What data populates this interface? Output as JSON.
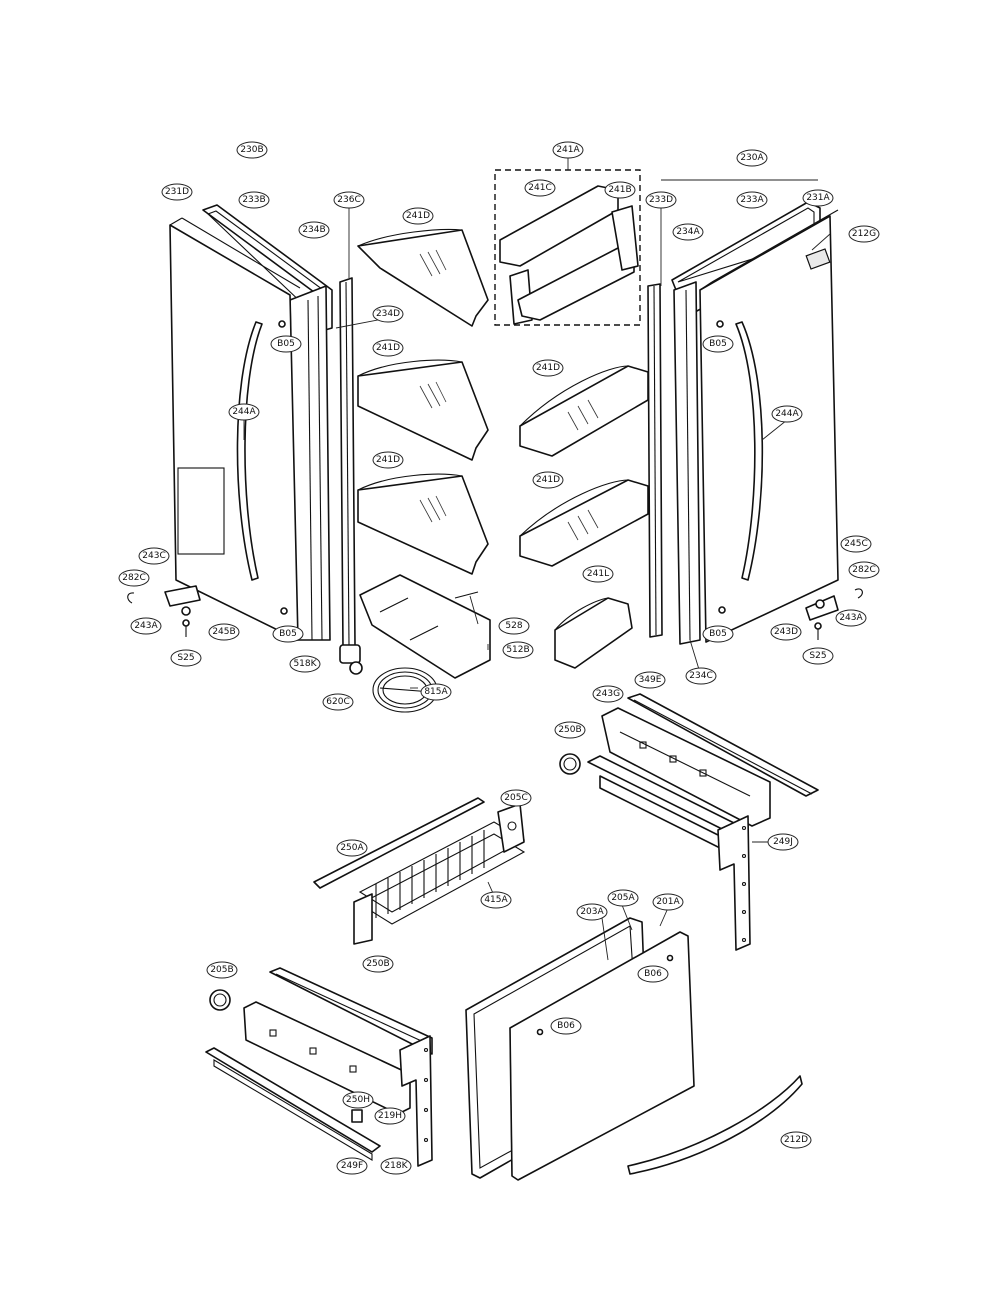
{
  "callouts": [
    {
      "id": "c1",
      "text": "230B"
    },
    {
      "id": "c2",
      "text": "231D"
    },
    {
      "id": "c3",
      "text": "233B"
    },
    {
      "id": "c4",
      "text": "236C"
    },
    {
      "id": "c5",
      "text": "234B"
    },
    {
      "id": "c6",
      "text": "241D"
    },
    {
      "id": "c7",
      "text": "241A"
    },
    {
      "id": "c8",
      "text": "241C"
    },
    {
      "id": "c9",
      "text": "241B"
    },
    {
      "id": "c10",
      "text": "230A"
    },
    {
      "id": "c11",
      "text": "233D"
    },
    {
      "id": "c12",
      "text": "233A"
    },
    {
      "id": "c13",
      "text": "231A"
    },
    {
      "id": "c14",
      "text": "212G"
    },
    {
      "id": "c15",
      "text": "234A"
    },
    {
      "id": "c16",
      "text": "234D"
    },
    {
      "id": "c17",
      "text": "B05"
    },
    {
      "id": "c18",
      "text": "241D"
    },
    {
      "id": "c19",
      "text": "241D"
    },
    {
      "id": "c20",
      "text": "B05"
    },
    {
      "id": "c21",
      "text": "244A"
    },
    {
      "id": "c22",
      "text": "244A"
    },
    {
      "id": "c23",
      "text": "241D"
    },
    {
      "id": "c24",
      "text": "241D"
    },
    {
      "id": "c25",
      "text": "243C"
    },
    {
      "id": "c26",
      "text": "282C"
    },
    {
      "id": "c27",
      "text": "243A"
    },
    {
      "id": "c28",
      "text": "245B"
    },
    {
      "id": "c29",
      "text": "B05"
    },
    {
      "id": "c30",
      "text": "S25"
    },
    {
      "id": "c31",
      "text": "528"
    },
    {
      "id": "c32",
      "text": "512B"
    },
    {
      "id": "c33",
      "text": "241L"
    },
    {
      "id": "c34",
      "text": "245C"
    },
    {
      "id": "c35",
      "text": "282C"
    },
    {
      "id": "c36",
      "text": "243A"
    },
    {
      "id": "c37",
      "text": "243D"
    },
    {
      "id": "c38",
      "text": "B05"
    },
    {
      "id": "c39",
      "text": "S25"
    },
    {
      "id": "c40",
      "text": "518K"
    },
    {
      "id": "c41",
      "text": "620C"
    },
    {
      "id": "c42",
      "text": "815A"
    },
    {
      "id": "c43",
      "text": "234C"
    },
    {
      "id": "c44",
      "text": "243G"
    },
    {
      "id": "c45",
      "text": "349E"
    },
    {
      "id": "c46",
      "text": "250B"
    },
    {
      "id": "c47",
      "text": "205C"
    },
    {
      "id": "c48",
      "text": "250A"
    },
    {
      "id": "c49",
      "text": "249J"
    },
    {
      "id": "c50",
      "text": "415A"
    },
    {
      "id": "c51",
      "text": "203A"
    },
    {
      "id": "c52",
      "text": "205A"
    },
    {
      "id": "c53",
      "text": "201A"
    },
    {
      "id": "c54",
      "text": "205B"
    },
    {
      "id": "c55",
      "text": "B06"
    },
    {
      "id": "c56",
      "text": "250B"
    },
    {
      "id": "c57",
      "text": "B06"
    },
    {
      "id": "c58",
      "text": "250H"
    },
    {
      "id": "c59",
      "text": "219H"
    },
    {
      "id": "c60",
      "text": "212D"
    },
    {
      "id": "c61",
      "text": "249F"
    },
    {
      "id": "c62",
      "text": "218K"
    }
  ]
}
